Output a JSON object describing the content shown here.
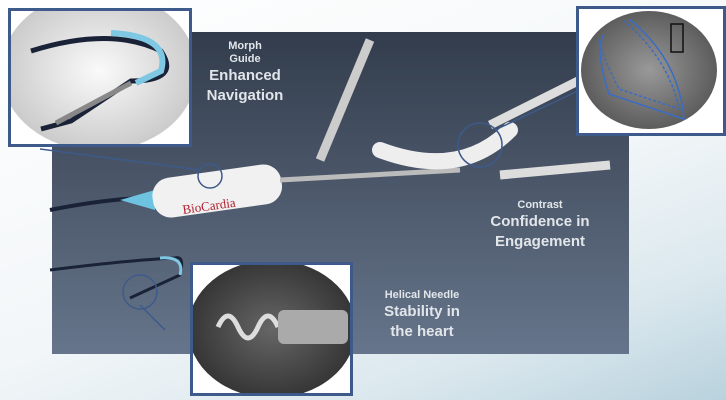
{
  "labels": [
    {
      "small": "Morph",
      "small2": "Guide",
      "big": "Enhanced",
      "big2": "Navigation"
    },
    {
      "small": "Contrast",
      "big": "Confidence in",
      "big2": "Engagement"
    },
    {
      "small": "Helical Needle",
      "big": "Stability in",
      "big2": "the heart"
    }
  ],
  "brand": "BioCardia",
  "colors": {
    "panel": "#4a5668",
    "inset_border": "#3d5a8a",
    "catheter_tip": "#7ec8e3"
  }
}
